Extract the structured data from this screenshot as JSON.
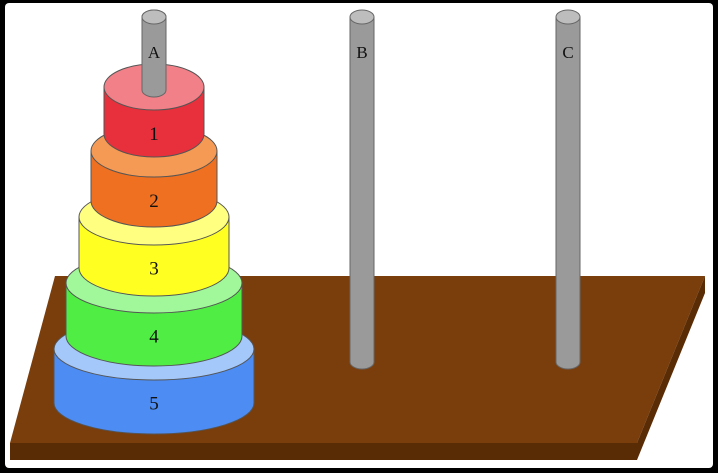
{
  "pegs": [
    {
      "id": "A",
      "label": "A"
    },
    {
      "id": "B",
      "label": "B"
    },
    {
      "id": "C",
      "label": "C"
    }
  ],
  "disks": [
    {
      "label": "1",
      "peg": "A",
      "color_top": "#F28088",
      "color_side": "#E8303C"
    },
    {
      "label": "2",
      "peg": "A",
      "color_top": "#F59A55",
      "color_side": "#EE7020"
    },
    {
      "label": "3",
      "peg": "A",
      "color_top": "#FFFF80",
      "color_side": "#FFFF22"
    },
    {
      "label": "4",
      "peg": "A",
      "color_top": "#A0F89A",
      "color_side": "#50EE45"
    },
    {
      "label": "5",
      "peg": "A",
      "color_top": "#A4C8FA",
      "color_side": "#4D8CF2"
    }
  ],
  "colors": {
    "background": "#000000",
    "canvas": "#FFFFFF",
    "board_top": "#7A3E0C",
    "board_edge": "#5A2C06",
    "peg_body": "#9A9A9A",
    "peg_top": "#BDBDBD"
  }
}
